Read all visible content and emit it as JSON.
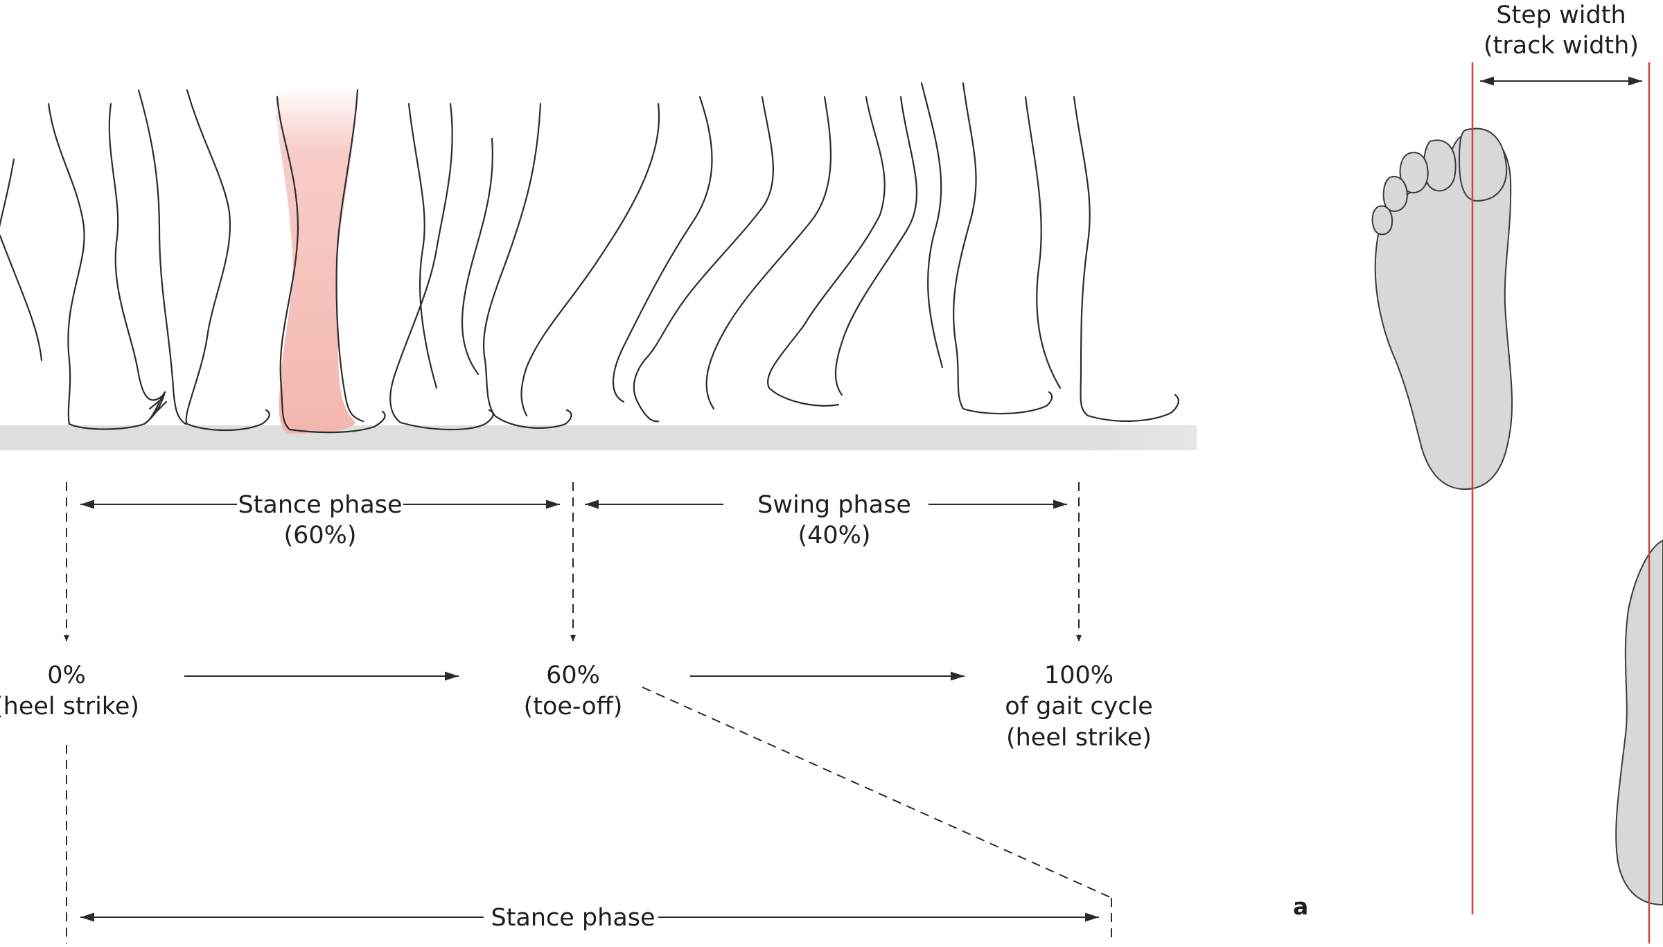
{
  "labels": {
    "stance_top": "Stance phase",
    "stance_top_pct": "(60%)",
    "swing": "Swing phase",
    "swing_pct": "(40%)",
    "pct0": "0%",
    "pct0_sub": "(heel strike)",
    "pct60": "60%",
    "pct60_sub": "(toe-off)",
    "pct100": "100%",
    "pct100_sub1": "of gait cycle",
    "pct100_sub2": "(heel strike)",
    "stance_bottom": "Stance phase",
    "step_width_1": "Step width",
    "step_width_2": "(track width)",
    "panel_letter": "a"
  },
  "colors": {
    "highlight_leg": "#f6c3bd",
    "ground_band": "#dedede",
    "foot_fill": "#d8d8d8",
    "track_line": "#d0453a",
    "line": "#2a2a2a"
  },
  "icons": {
    "legs": "walking-legs-sequence-illustration",
    "foot": "foot-sole-illustration"
  }
}
